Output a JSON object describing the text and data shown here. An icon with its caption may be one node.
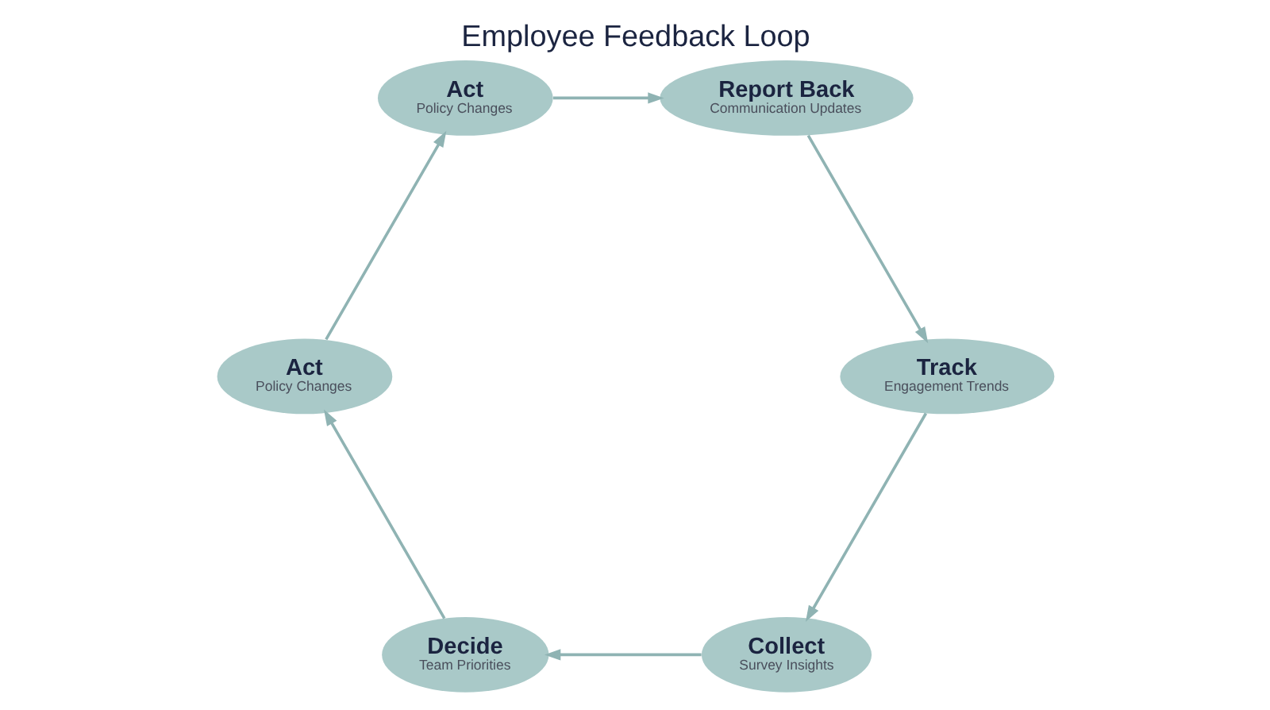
{
  "diagram": {
    "title": "Employee Feedback Loop",
    "nodes": [
      {
        "text": [
          "Collect",
          "Survey Insights"
        ]
      },
      {
        "text": [
          "Decide",
          "Team Priorities"
        ]
      },
      {
        "text": [
          "Track",
          "Engagement Trends"
        ]
      },
      {
        "text": [
          "Act",
          "Policy Changes"
        ]
      },
      {
        "text": [
          "Report Back",
          "Communication Updates"
        ]
      },
      {
        "text": [
          "Act",
          "Policy Changes"
        ]
      }
    ],
    "edges": [
      {
        "from": 0,
        "to": 1,
        "arrow": "to"
      },
      {
        "from": 1,
        "to": 3,
        "arrow": "to"
      },
      {
        "from": 3,
        "to": 5,
        "arrow": "to"
      },
      {
        "from": 5,
        "to": 4,
        "arrow": "to"
      },
      {
        "from": 4,
        "to": 2,
        "arrow": "to"
      },
      {
        "from": 2,
        "to": 0,
        "arrow": "to"
      }
    ]
  }
}
